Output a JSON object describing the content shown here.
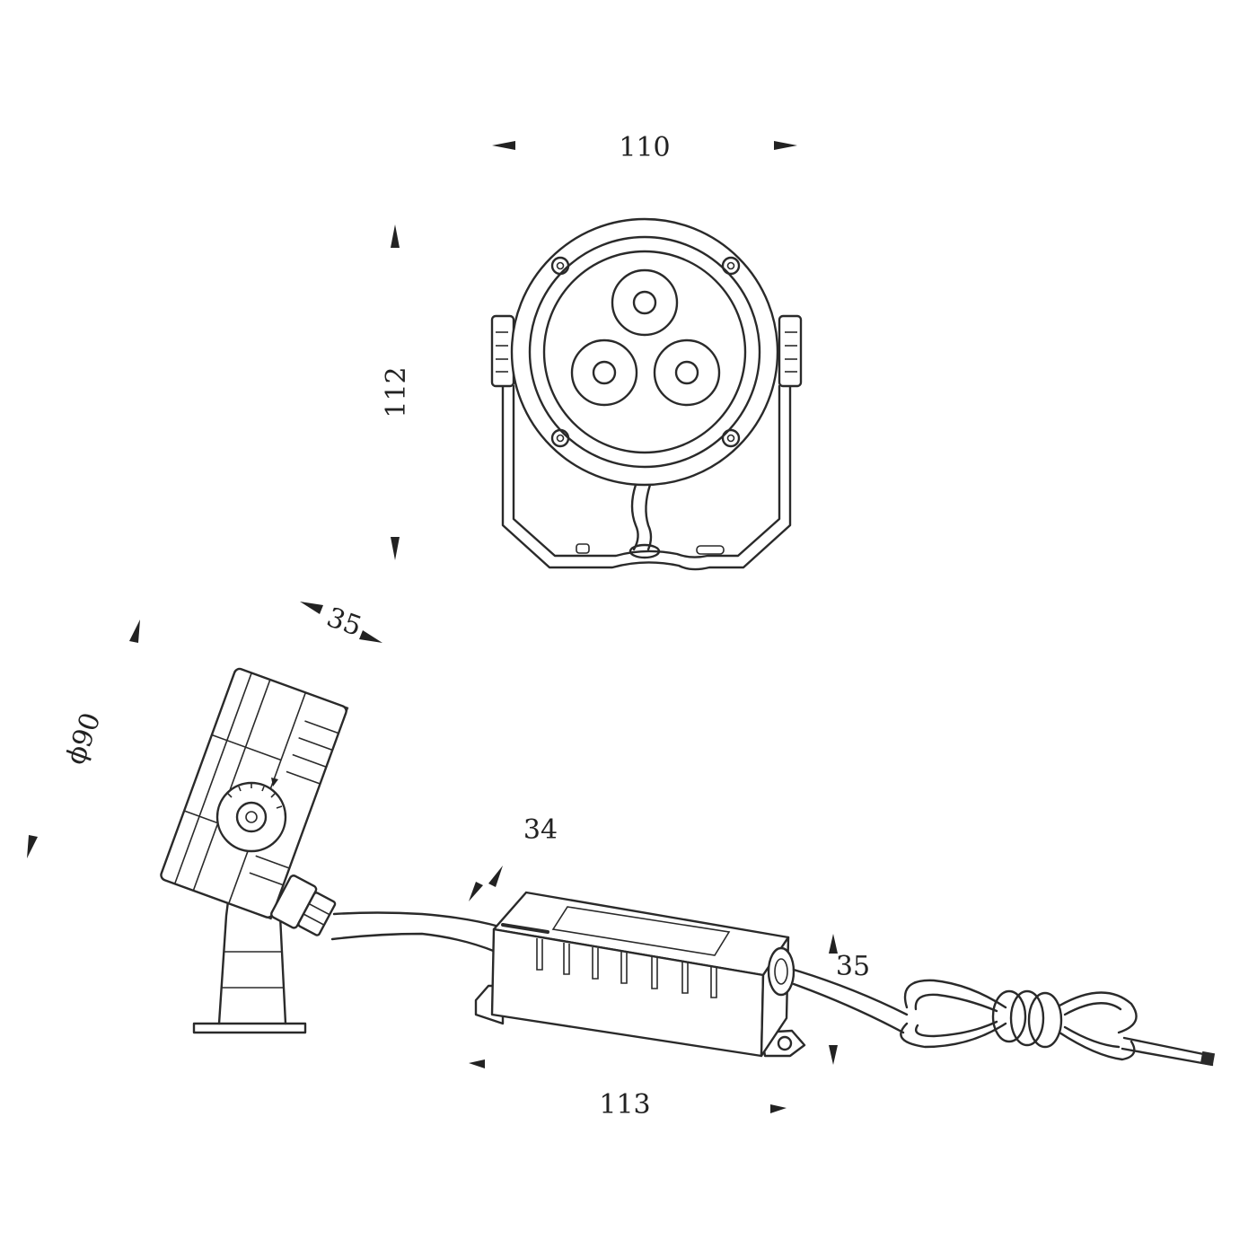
{
  "dimensions": {
    "top_width": "110",
    "top_height": "112",
    "side_depth": "35",
    "side_diameter": "ϕ90",
    "driver_height": "34",
    "driver_width": "35",
    "driver_length": "113"
  },
  "colors": {
    "line": "#2a2a2a",
    "background": "#ffffff"
  }
}
